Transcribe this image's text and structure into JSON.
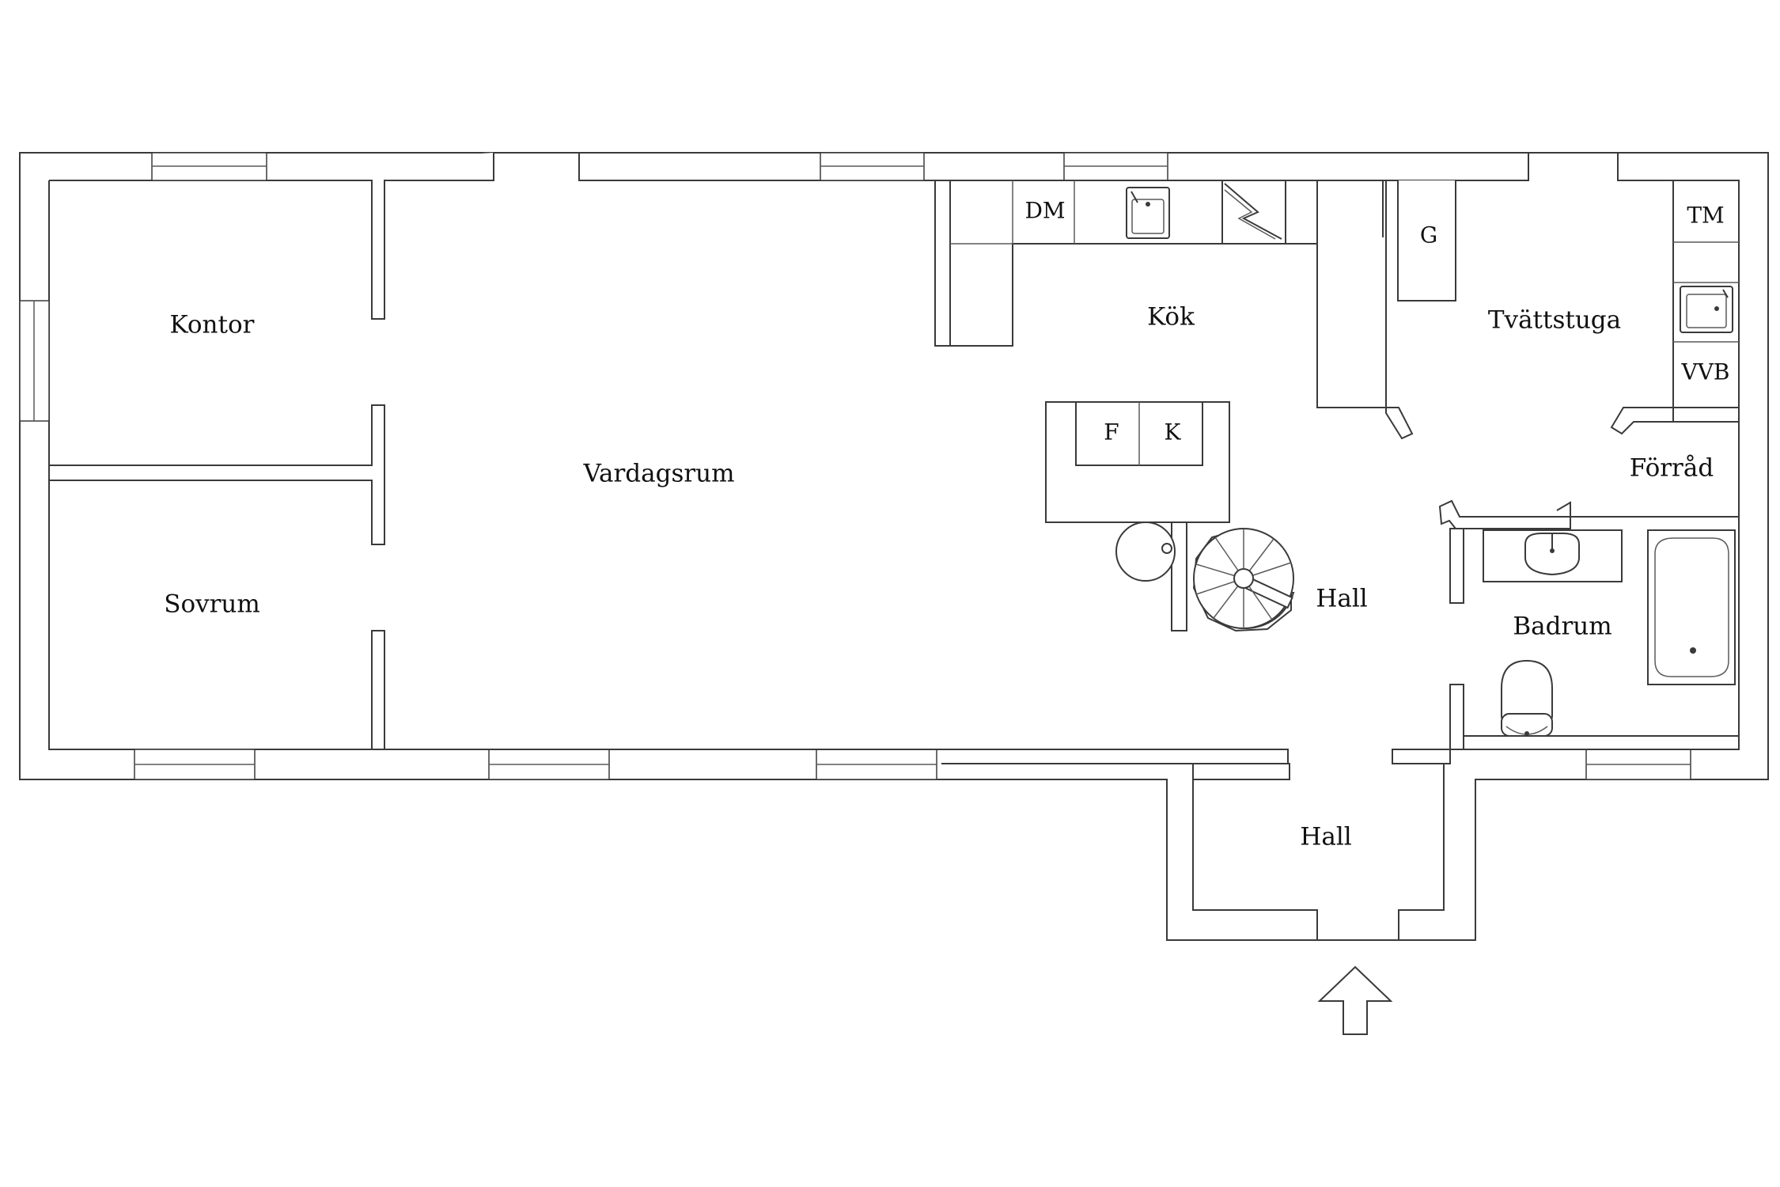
{
  "rooms": {
    "kontor": "Kontor",
    "sovrum": "Sovrum",
    "vardagsrum": "Vardagsrum",
    "kok": "Kök",
    "tvattstuga": "Tvättstuga",
    "forrad": "Förråd",
    "hall_inner": "Hall",
    "badrum": "Badrum",
    "hall_entry": "Hall"
  },
  "fixtures": {
    "dm": "DM",
    "g": "G",
    "tm": "TM",
    "vvb": "VVB",
    "f": "F",
    "k": "K"
  },
  "colors": {
    "line": "#3a3a3a",
    "background": "#ffffff"
  },
  "icons": {
    "entrance": "entrance-arrow-icon",
    "stairs": "spiral-staircase-icon"
  }
}
